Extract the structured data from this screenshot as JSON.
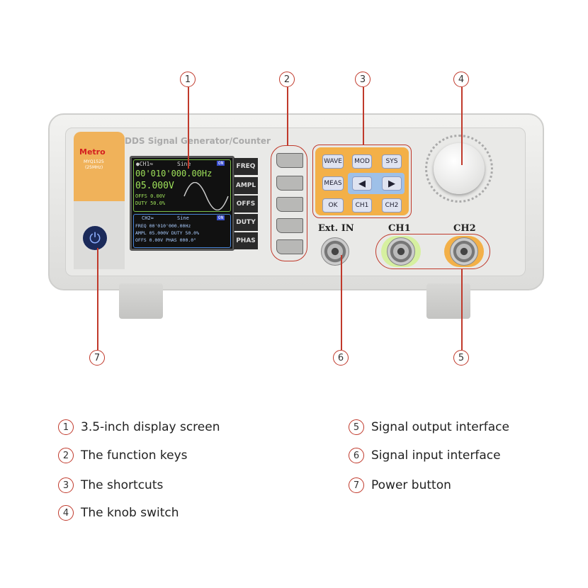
{
  "device": {
    "title": "DDS Signal Generator/Counter",
    "brand": "Metro",
    "model": "MYQ1525",
    "model_sub": "(25MHz)",
    "screen": {
      "ch1_label": "●CH1≈",
      "ch1_wave": "Sine",
      "ch1_badge": "ON",
      "freq": "00'010'000.00Hz",
      "ampl": "05.000V",
      "offs": "OFFS  0.00V",
      "duty": "DUTY  50.0%",
      "ch2_label": "CH2≈",
      "ch2_wave": "Sine",
      "ch2_badge": "ON",
      "ch2_line1": "FREQ 00'010'000.00Hz",
      "ch2_line2": "AMPL 05.000V DUTY 50.0%",
      "ch2_line3": "OFFS  0.00V PHAS 000.0°"
    },
    "function_labels": [
      "FREQ",
      "AMPL",
      "OFFS",
      "DUTY",
      "PHAS"
    ],
    "shortcut_keys": {
      "wave": "WAVE",
      "mod": "MOD",
      "sys": "SYS",
      "meas": "MEAS",
      "left": "◀",
      "right": "▶",
      "ok": "OK",
      "ch1": "CH1",
      "ch2": "CH2"
    },
    "ports": {
      "ext_in": "Ext. IN",
      "ch1": "CH1",
      "ch2": "CH2"
    }
  },
  "callouts": [
    "1",
    "2",
    "3",
    "4",
    "5",
    "6",
    "7"
  ],
  "legend": [
    {
      "num": "1",
      "text": "3.5-inch display screen"
    },
    {
      "num": "2",
      "text": "The function keys"
    },
    {
      "num": "3",
      "text": "The shortcuts"
    },
    {
      "num": "4",
      "text": "The knob switch"
    },
    {
      "num": "5",
      "text": "Signal output interface"
    },
    {
      "num": "6",
      "text": "Signal input interface"
    },
    {
      "num": "7",
      "text": "Power button"
    }
  ]
}
